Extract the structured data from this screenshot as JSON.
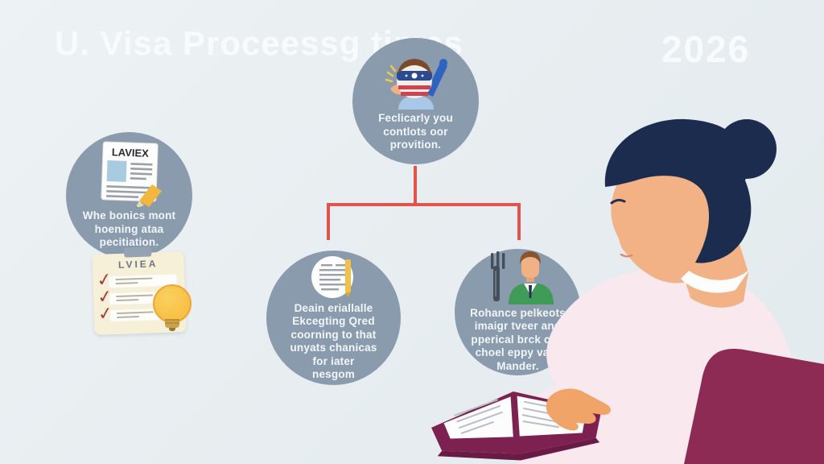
{
  "title": {
    "text": "U. Visa Proceessg times",
    "year": "2026"
  },
  "palette": {
    "background": "#e8eef1",
    "circle_fill": "#8a9bae",
    "connector_red": "#e0544b",
    "card_cream": "#f7f0d8",
    "accent_yellow": "#f2b83d",
    "check_red": "#a83a3e",
    "chair_maroon": "#8e2b55",
    "book_maroon": "#7d2150",
    "hair_navy": "#1b2c4e",
    "skin": "#f3b286",
    "shirt_pink": "#f9e9ef",
    "suit_green": "#3f9b57",
    "title_white": "#f6f9fa"
  },
  "nodes": {
    "top": {
      "icon": "flag-face-person-icon",
      "lines": [
        "Feclicarly you",
        "contlots oor",
        "provition."
      ]
    },
    "left": {
      "icon": "newspaper-pencil-icon",
      "doc_title": "LAVIEX",
      "lines": [
        "Whe bonics mont",
        "hoening ataa",
        "pecitiation."
      ]
    },
    "bottom_left": {
      "icon": "document-bookmark-icon",
      "lines": [
        "Deain eriallalle",
        "Ekcegting Qred",
        "coorning to that",
        "unyats chanicas",
        "for iater",
        "nesgom"
      ]
    },
    "bottom_right": {
      "icon": "businessman-fork-icon",
      "lines": [
        "Rohance pelkeots",
        "imaigr tveer and",
        "pperical brck cart",
        "choel eppy vard",
        "Mander."
      ]
    }
  },
  "checklist": {
    "title": "LVIEA",
    "decoration": "lightbulb-icon"
  }
}
